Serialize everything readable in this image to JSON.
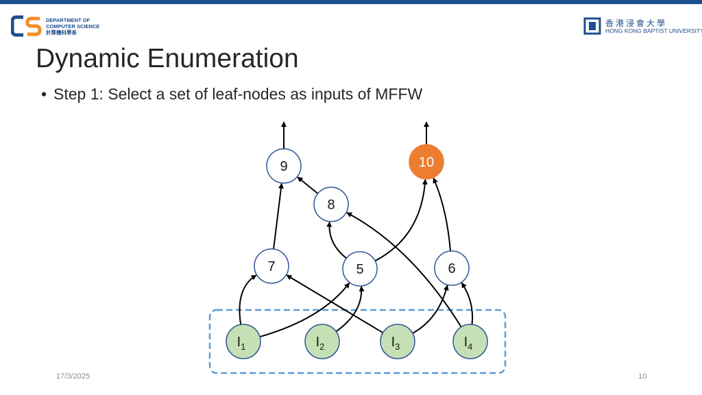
{
  "header": {
    "dept_logo_lines": [
      "DEPARTMENT OF",
      "COMPUTER SCIENCE",
      "計算機科學系"
    ],
    "univ_name_cn": "香港浸會大學",
    "univ_name_en": "HONG KONG BAPTIST UNIVERSITY"
  },
  "slide": {
    "title": "Dynamic Enumeration",
    "bullet": "Step 1: Select a set of leaf-nodes as inputs of MFFW"
  },
  "diagram": {
    "nodes": [
      {
        "id": "9",
        "label": "9",
        "highlighted": false
      },
      {
        "id": "10",
        "label": "10",
        "highlighted": true
      },
      {
        "id": "8",
        "label": "8",
        "highlighted": false
      },
      {
        "id": "7",
        "label": "7",
        "highlighted": false
      },
      {
        "id": "5",
        "label": "5",
        "highlighted": false
      },
      {
        "id": "6",
        "label": "6",
        "highlighted": false
      },
      {
        "id": "I1",
        "label": "I",
        "sub": "1",
        "leaf": true
      },
      {
        "id": "I2",
        "label": "I",
        "sub": "2",
        "leaf": true
      },
      {
        "id": "I3",
        "label": "I",
        "sub": "3",
        "leaf": true
      },
      {
        "id": "I4",
        "label": "I",
        "sub": "4",
        "leaf": true
      }
    ],
    "edges": [
      [
        "I1",
        "7"
      ],
      [
        "I1",
        "5"
      ],
      [
        "I2",
        "5"
      ],
      [
        "I3",
        "7"
      ],
      [
        "I3",
        "6"
      ],
      [
        "I4",
        "6"
      ],
      [
        "I4",
        "8"
      ],
      [
        "7",
        "9"
      ],
      [
        "5",
        "8"
      ],
      [
        "5",
        "10"
      ],
      [
        "6",
        "10"
      ],
      [
        "8",
        "9"
      ]
    ],
    "outputs": [
      "9",
      "10"
    ],
    "colors": {
      "node_fill": "#ffffff",
      "node_stroke": "#2e5597",
      "highlight_fill": "#ed7d31",
      "leaf_fill": "#c5e0b4",
      "leaf_stroke": "#2e5597",
      "selection_box": "#5b9bd5",
      "edge": "#000000"
    }
  },
  "footer": {
    "date": "17/3/2025",
    "page": "10"
  }
}
